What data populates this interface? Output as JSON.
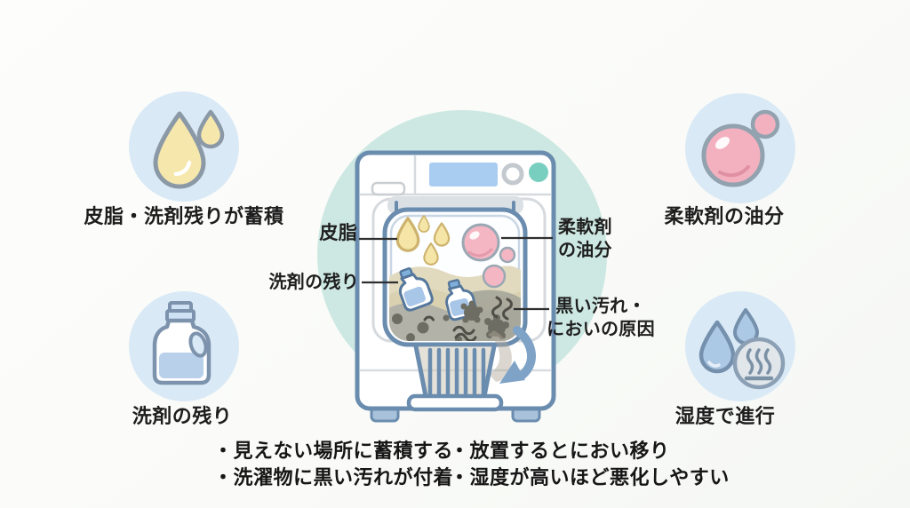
{
  "title_context": "washing-machine-dirt-and-odor-infographic",
  "colors": {
    "accent_teal_circle": "#cde8e2",
    "machine_outline": "#6a8cae",
    "icon_circle_blue": "#d9e9f6",
    "sebum_yellow": "#f5e6a8",
    "softener_pink": "#f3b1c0",
    "water_blue": "#abc8e5",
    "display_blue": "#a9cdf0",
    "power_button_teal": "#79cfbf",
    "dirt_dark_gray": "#6d6d64",
    "sediment_beige": "#e2dabf",
    "sediment_gray": "#b2b2a8"
  },
  "icons": {
    "top_left": "oil-drops-icon",
    "bottom_left": "detergent-bottle-icon",
    "top_right": "softener-bubbles-icon",
    "bottom_right": "humidity-steam-icon"
  },
  "corners": {
    "top_left": {
      "label": "皮脂・洗剤残りが蓄積"
    },
    "bottom_left": {
      "label": "洗剤の残り"
    },
    "top_right": {
      "label": "柔軟剤の油分"
    },
    "bottom_right": {
      "label": "湿度で進行"
    }
  },
  "machine_labels": {
    "sebum": "皮脂",
    "detergent_residue": "洗剤の残り",
    "softener_line1": "柔軟剤",
    "softener_line2": "の油分",
    "dirt_line1": "黒い汚れ・",
    "dirt_line2": "においの原因"
  },
  "bullets": {
    "char": "・",
    "col1": [
      "見えない場所に蓄積する",
      "洗濯物に黒い汚れが付着"
    ],
    "col2": [
      "放置するとにおい移り",
      "湿度が高いほど悪化しやすい"
    ]
  }
}
